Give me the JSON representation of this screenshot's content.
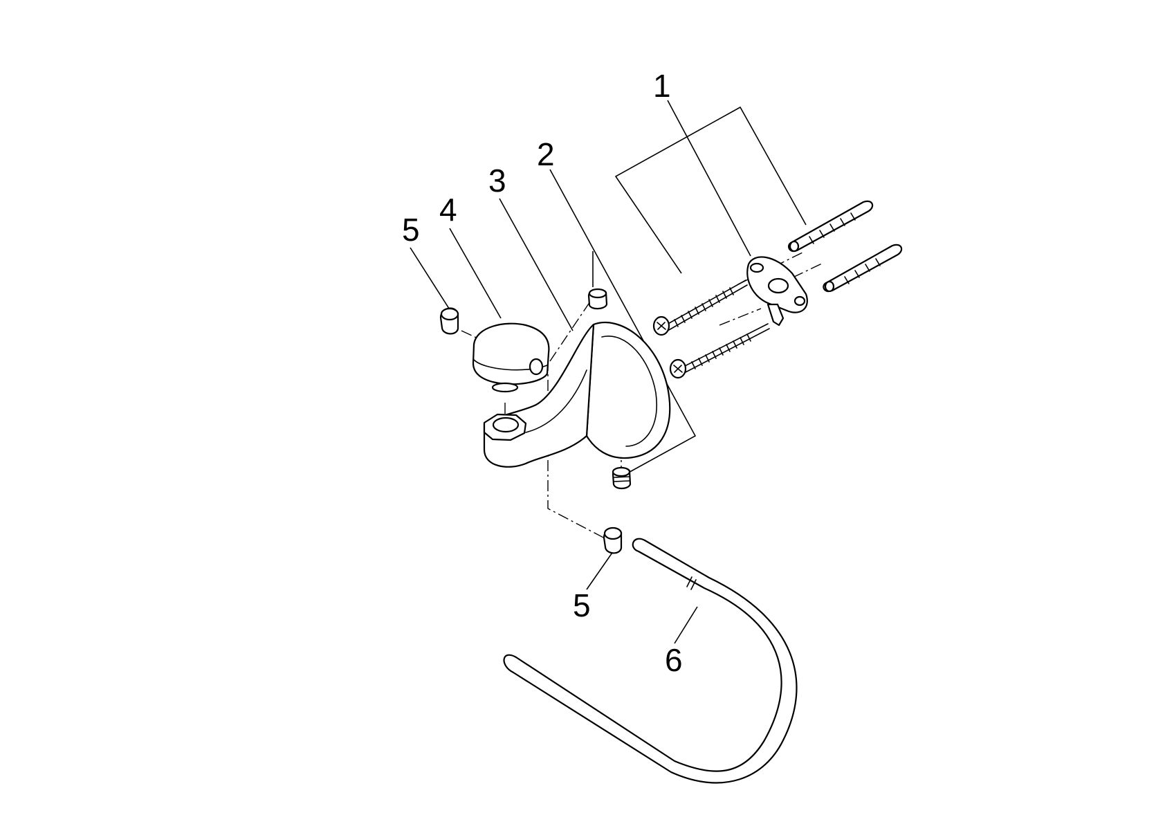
{
  "diagram": {
    "callouts": [
      {
        "id": "1",
        "label": "1"
      },
      {
        "id": "2",
        "label": "2"
      },
      {
        "id": "3",
        "label": "3"
      },
      {
        "id": "4",
        "label": "4"
      },
      {
        "id": "5a",
        "label": "5"
      },
      {
        "id": "5b",
        "label": "5"
      },
      {
        "id": "6",
        "label": "6"
      }
    ]
  }
}
